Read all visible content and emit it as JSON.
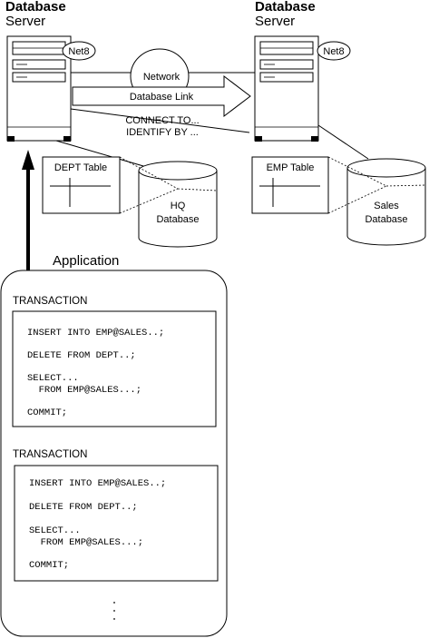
{
  "servers": {
    "left": {
      "line1": "Database",
      "line2": "Server",
      "badge": "Net8"
    },
    "right": {
      "line1": "Database",
      "line2": "Server",
      "badge": "Net8"
    }
  },
  "network": {
    "label": "Network",
    "link_label": "Database Link",
    "connect_line1": "CONNECT TO...",
    "connect_line2": "IDENTIFY BY ..."
  },
  "tables": {
    "dept": "DEPT Table",
    "emp": "EMP Table"
  },
  "databases": {
    "hq": {
      "line1": "HQ",
      "line2": "Database"
    },
    "sales": {
      "line1": "Sales",
      "line2": "Database"
    }
  },
  "application": {
    "label": "Application",
    "transactions": [
      {
        "title": "TRANSACTION",
        "lines": [
          "INSERT INTO EMP@SALES..;",
          "DELETE FROM DEPT..;",
          "SELECT...",
          "  FROM EMP@SALES...;",
          "COMMIT;"
        ]
      },
      {
        "title": "TRANSACTION",
        "lines": [
          "INSERT INTO EMP@SALES..;",
          "DELETE FROM DEPT..;",
          "SELECT...",
          "  FROM EMP@SALES...;",
          "COMMIT;"
        ]
      }
    ]
  }
}
